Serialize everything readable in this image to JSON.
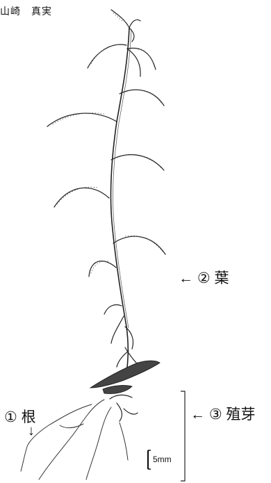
{
  "author": "山崎　真実",
  "labels": {
    "root": "① 根",
    "root_arrow": "↓",
    "leaf": "← ② 葉",
    "bud": "← ③ 殖芽"
  },
  "scale": {
    "label": "5mm"
  }
}
